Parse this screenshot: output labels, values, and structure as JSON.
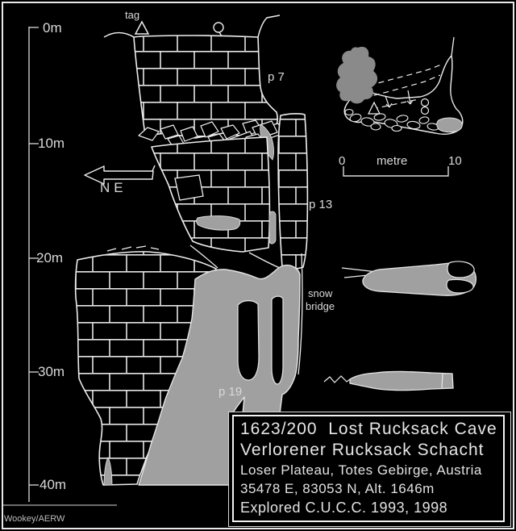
{
  "colors": {
    "background": "#000000",
    "line": "#ededed",
    "snow_gray": "#a0a0a0",
    "plan_snow_gray": "#8a8a8a",
    "text": "#d9d9d9"
  },
  "depth_scale": {
    "labels": [
      "0m",
      "10m",
      "20m",
      "30m",
      "40m"
    ]
  },
  "labels": {
    "tag": "tag",
    "pitch_7": "p 7",
    "pitch_13": "p 13",
    "pitch_19": "p 19",
    "snow_bridge_line1": "snow",
    "snow_bridge_line2": "bridge",
    "north_arrow": "NE"
  },
  "scale_bar": {
    "start": "0",
    "unit": "metre",
    "end": "10"
  },
  "title_block": {
    "line1": "1623/200  Lost Rucksack Cave",
    "line2": "Verlorener Rucksack Schacht",
    "line3": "Loser Plateau, Totes Gebirge, Austria",
    "line4": "35478 E, 83053 N, Alt. 1646m",
    "line5": "Explored C.U.C.C. 1993, 1998"
  },
  "credit": "Wookey/AERW",
  "symbols": {
    "entrance_tag": "triangle",
    "survey_station": "circle",
    "north_arrow": "block-arrow-left",
    "rock_fill": "brick-pattern",
    "snow_fill": "gray-shading"
  }
}
